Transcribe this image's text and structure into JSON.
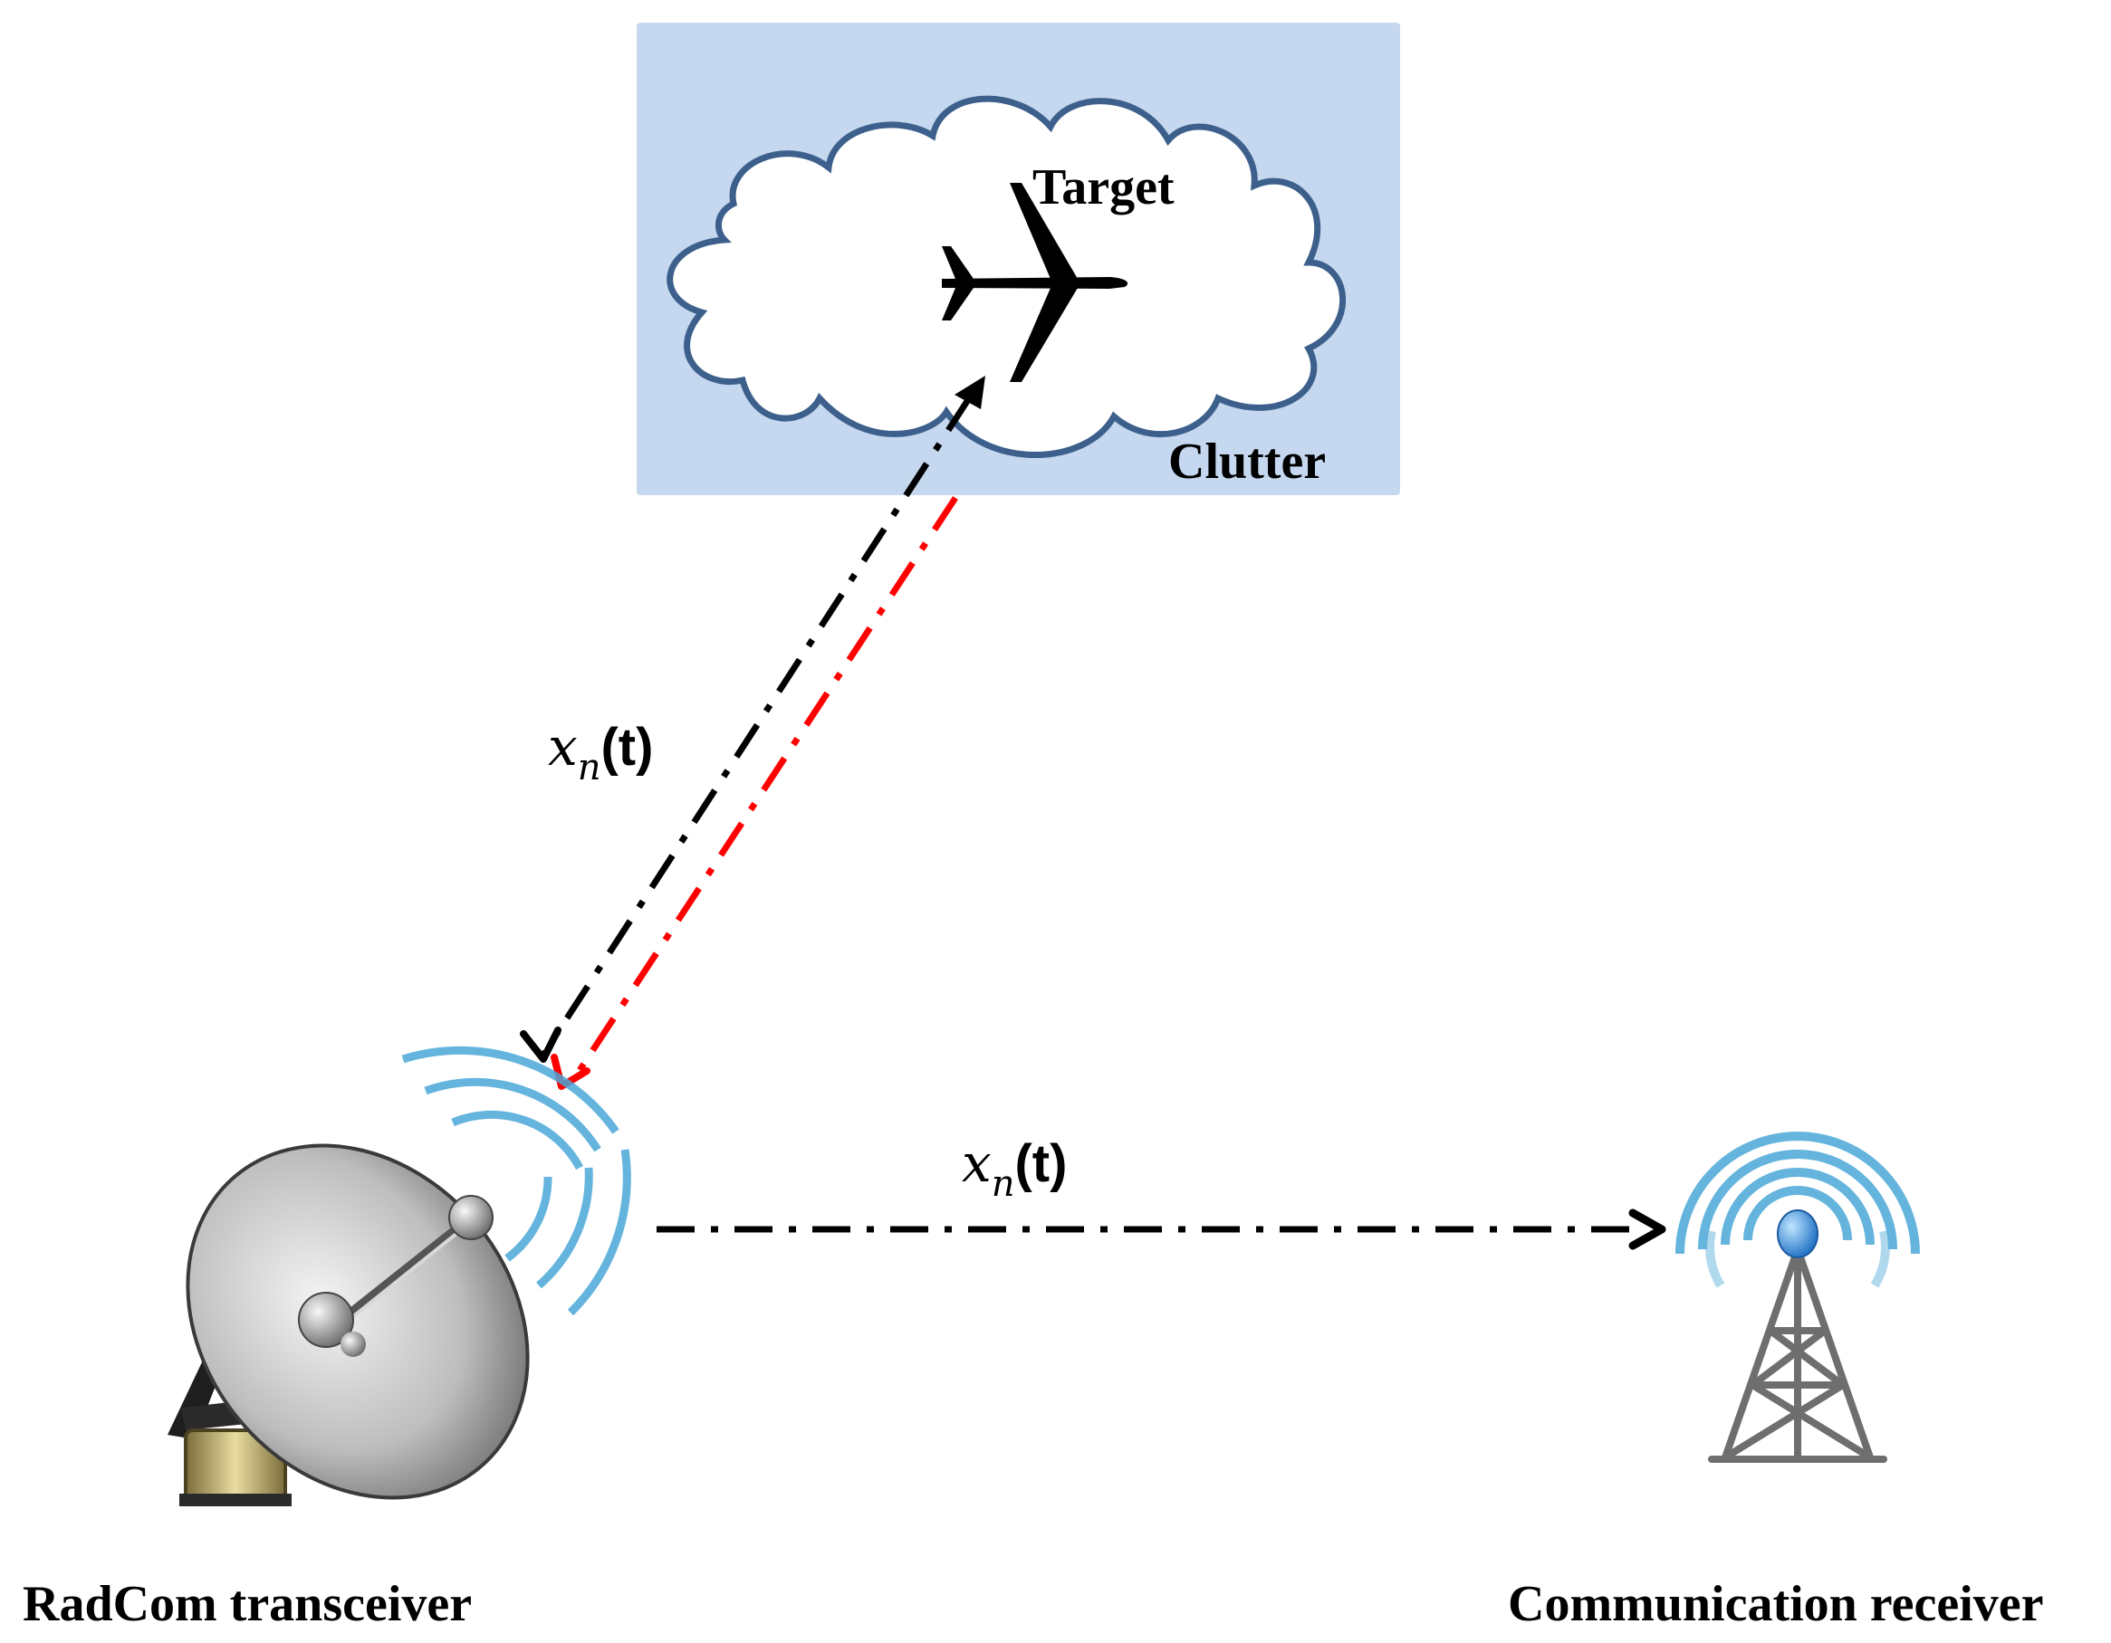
{
  "scene": {
    "target_label": "Target",
    "clutter_label": "Clutter",
    "signal_label_radar": {
      "var": "x",
      "sub": "n",
      "arg": "(t)"
    },
    "signal_label_comm": {
      "var": "x",
      "sub": "n",
      "arg": "(t)"
    },
    "transceiver_label": "RadCom transceiver",
    "receiver_label": "Communication receiver"
  },
  "colors": {
    "clutter_box": "#c5d8ef",
    "cloud_fill": "#ffffff",
    "cloud_stroke": "#3c5f8c",
    "forward_path": "#000000",
    "echo_path": "#ff0000",
    "wave_blue": "#4aa8d8"
  },
  "icons": {
    "target": "airplane-icon",
    "clutter": "cloud-icon",
    "transceiver": "satellite-dish-icon",
    "receiver": "radio-tower-icon"
  }
}
